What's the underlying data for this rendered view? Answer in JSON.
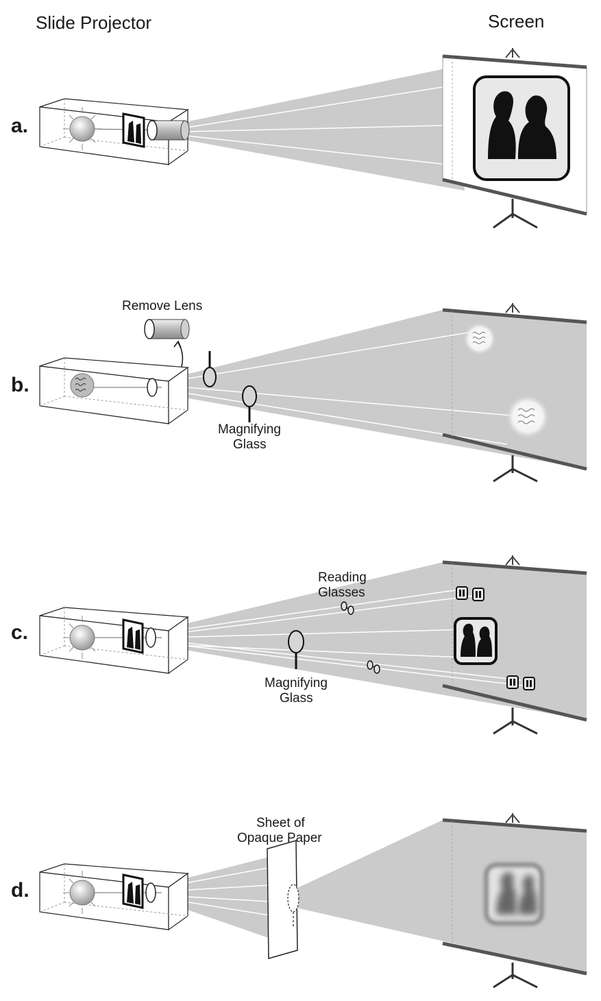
{
  "header": {
    "projector_title": "Slide Projector",
    "screen_title": "Screen"
  },
  "panels": [
    {
      "label": "a.",
      "annotations": []
    },
    {
      "label": "b.",
      "annotations": [
        "Remove Lens",
        "Magnifying",
        "Glass"
      ]
    },
    {
      "label": "c.",
      "annotations": [
        "Reading",
        "Glasses",
        "Magnifying",
        "Glass"
      ]
    },
    {
      "label": "d.",
      "annotations": [
        "Sheet of",
        "Opaque Paper"
      ]
    }
  ],
  "colors": {
    "beam": "#cbcbcb",
    "screen_frame": "#555555",
    "line": "#222222",
    "ray": "#ffffff"
  }
}
